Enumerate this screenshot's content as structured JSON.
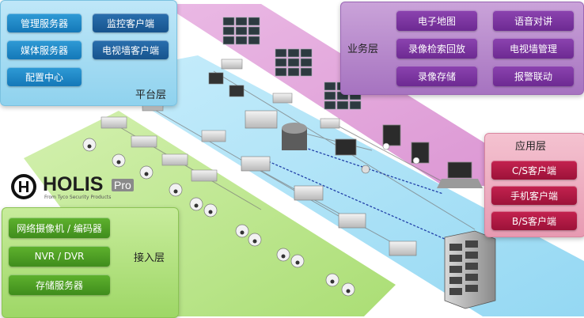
{
  "platform_layer": {
    "title": "平台层",
    "items": [
      "管理服务器",
      "监控客户端",
      "媒体服务器",
      "电视墙客户端",
      "配置中心"
    ]
  },
  "business_layer": {
    "title": "业务层",
    "items": [
      "电子地图",
      "语音对讲",
      "录像检索回放",
      "电视墙管理",
      "录像存储",
      "报警联动"
    ]
  },
  "application_layer": {
    "title": "应用层",
    "items": [
      "C/S客户端",
      "手机客户端",
      "B/S客户端"
    ]
  },
  "access_layer": {
    "title": "接入层",
    "items": [
      "网络摄像机 / 编码器",
      "NVR / DVR",
      "存储服务器"
    ]
  },
  "logo": {
    "name": "HOLIS",
    "suffix": "Pro",
    "tagline": "From Tyco Security Products"
  },
  "colors": {
    "platform": "#1b86c6",
    "business": "#7b3aa0",
    "application": "#b31a46",
    "access": "#4f9f25",
    "platform_band": "#a8e1f6",
    "business_band": "#e3a6dc",
    "access_band": "#b9e58c"
  }
}
